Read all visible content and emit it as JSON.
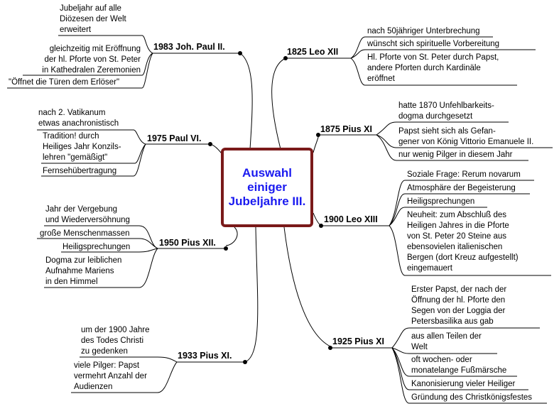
{
  "center": {
    "title": "Auswahl\neiniger\nJubeljahre III."
  },
  "branches": {
    "b1983": {
      "label": "1983 Joh. Paul II.",
      "items": [
        "Jubeljahr auf alle\nDiözesen der Welt\nerweitert",
        "gleichzeitig mit Eröffnung\nder hl. Pforte von St. Peter\nin Kathedralen Zeremonien",
        "\"Öffnet die Türen dem Erlöser\""
      ]
    },
    "b1975": {
      "label": "1975 Paul VI.",
      "items": [
        "nach 2. Vatikanum\netwas anachronistisch",
        "Tradition! durch\nHeiliges Jahr Konzils-\nlehren \"gemäßigt\"",
        "Fernsehübertragung"
      ]
    },
    "b1950": {
      "label": "1950 Pius XII.",
      "items": [
        "Jahr der Vergebung\nund Wiederversöhnung",
        "große Menschenmassen",
        "Heiligsprechungen",
        "Dogma zur leiblichen\nAufnahme Mariens\nin den Himmel"
      ]
    },
    "b1933": {
      "label": "1933 Pius XI.",
      "items": [
        "um der 1900 Jahre\ndes Todes Christi\nzu gedenken",
        "viele Pilger: Papst\nvermehrt Anzahl der\nAudienzen"
      ]
    },
    "b1825": {
      "label": "1825 Leo XII",
      "items": [
        "nach 50jähriger Unterbrechung",
        "wünscht sich spirituelle Vorbereitung",
        "Hl. Pforte von St. Peter durch Papst,\nandere Pforten durch Kardinäle\neröffnet"
      ]
    },
    "b1875": {
      "label": "1875 Pius XI",
      "items": [
        "hatte 1870 Unfehlbarkeits-\ndogma durchgesetzt",
        "Papst sieht sich als Gefan-\ngener von König Vittorio Emanuele II.",
        "nur wenig Pilger in diesem Jahr"
      ]
    },
    "b1900": {
      "label": "1900 Leo XIII",
      "items": [
        "Soziale Frage: Rerum novarum",
        "Atmosphäre der Begeisterung",
        "Heiligsprechungen",
        "Neuheit: zum Abschluß des\nHeiligen Jahres in die Pforte\nvon St. Peter 20 Steine aus\nebensovielen italienischen\nBergen (dort Kreuz aufgestellt)\neingemauert"
      ]
    },
    "b1925": {
      "label": "1925 Pius XI",
      "items": [
        "Erster Papst, der nach der\nÖffnung der hl. Pforte den\nSegen von der Loggia der\nPetersbasilika aus gab",
        "aus allen Teilen der\nWelt",
        "oft wochen- oder\nmonatelange Fußmärsche",
        "Kanonisierung vieler Heiliger",
        "Gründung des Christkönigsfestes"
      ]
    }
  }
}
